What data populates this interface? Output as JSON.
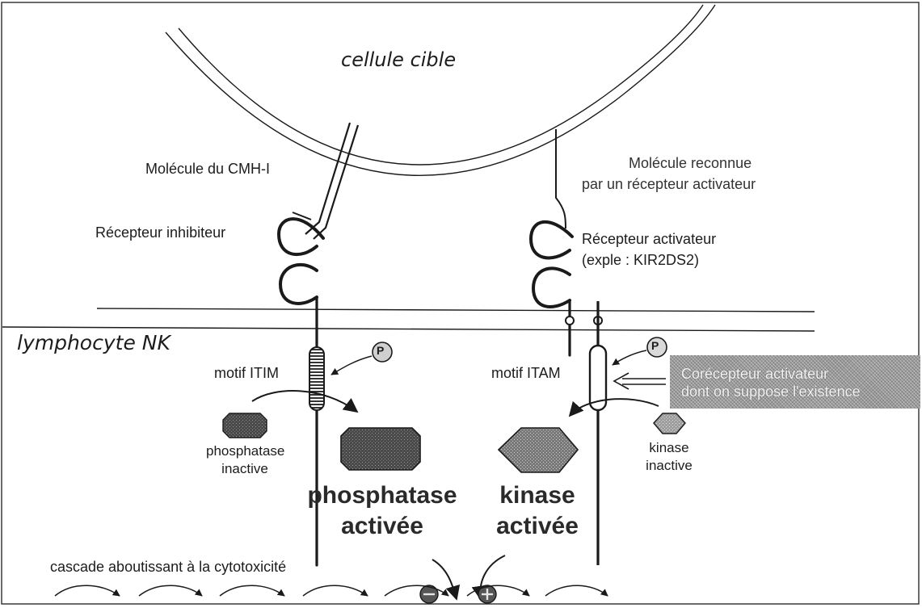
{
  "labels": {
    "target_cell": "cellule cible",
    "nk_cell": "lymphocyte NK",
    "mhc_molecule": "Molécule du CMH-I",
    "inhibitory_receptor": "Récepteur inhibiteur",
    "recognized_molecule_line1": "Molécule reconnue",
    "recognized_molecule_line2": "par un récepteur activateur",
    "activating_receptor_line1": "Récepteur activateur",
    "activating_receptor_line2": "(exple : KIR2DS2)",
    "itim_motif": "motif ITIM",
    "itam_motif": "motif ITAM",
    "coreceptor_line1": "Corécepteur activateur",
    "coreceptor_line2": "dont on suppose l'existence",
    "phosphatase_inactive_line1": "phosphatase",
    "phosphatase_inactive_line2": "inactive",
    "phosphatase_active_line1": "phosphatase",
    "phosphatase_active_line2": "activée",
    "kinase_active_line1": "kinase",
    "kinase_active_line2": "activée",
    "kinase_inactive_line1": "kinase",
    "kinase_inactive_line2": "inactive",
    "cascade": "cascade aboutissant à la cytotoxicité",
    "phospho_left": "P",
    "phospho_right": "P",
    "sign_minus": "−",
    "sign_plus": "+"
  },
  "colors": {
    "line": "#1a1a1a",
    "hatch_gray": "#9a9a9a",
    "phosphatase_fill": "#555555",
    "kinase_fill": "#8c8c8c"
  }
}
